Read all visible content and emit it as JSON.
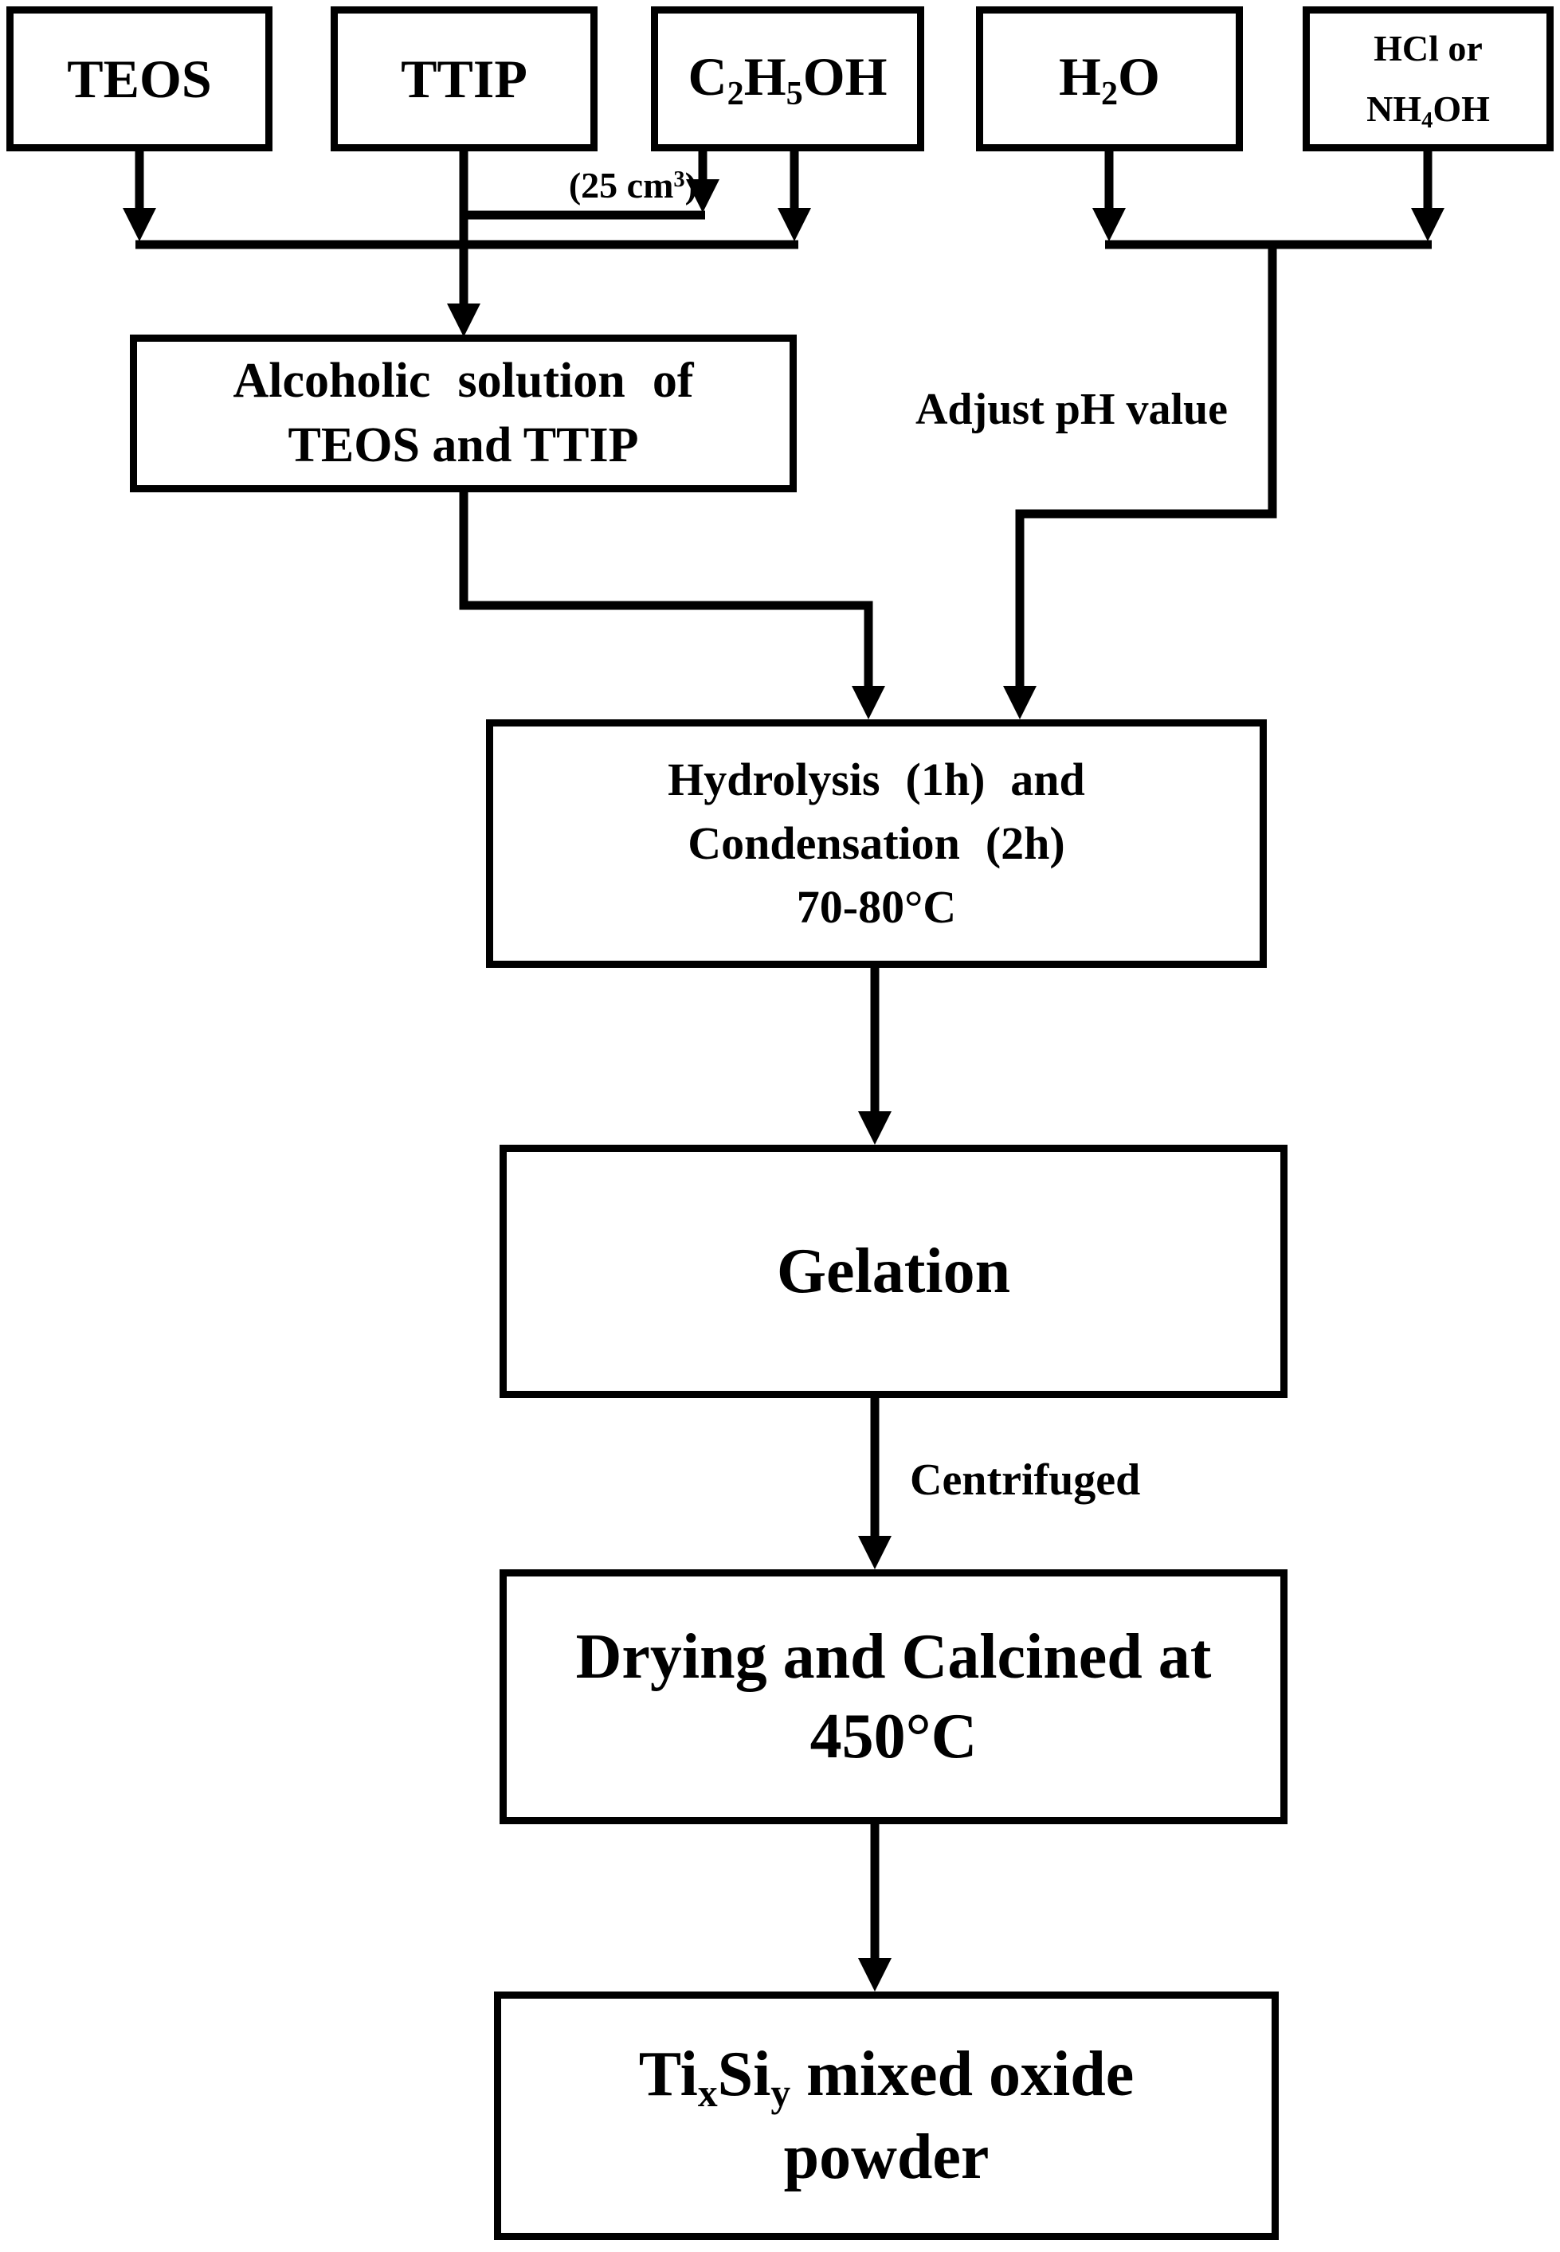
{
  "figure": {
    "type": "flowchart",
    "ink_color": "#000000",
    "background_color": "#ffffff"
  },
  "boxes": {
    "teos": {
      "label_parts": [
        {
          "t": "TEOS"
        }
      ]
    },
    "ttip": {
      "label_parts": [
        {
          "t": "TTIP"
        }
      ]
    },
    "ethanol": {
      "label_parts": [
        {
          "t": "C"
        },
        {
          "t": "2",
          "sub": true
        },
        {
          "t": "H"
        },
        {
          "t": "5",
          "sub": true
        },
        {
          "t": "OH"
        }
      ]
    },
    "water": {
      "label_parts": [
        {
          "t": "H"
        },
        {
          "t": "2",
          "sub": true
        },
        {
          "t": "O"
        }
      ]
    },
    "catalyst": {
      "line1": "HCl or",
      "line2_parts": [
        {
          "t": "NH"
        },
        {
          "t": "4",
          "sub": true
        },
        {
          "t": "OH"
        }
      ]
    },
    "alcoholic_solution": {
      "line1": "Alcoholic solution of",
      "line2": "TEOS and TTIP"
    },
    "hydrolysis": {
      "line1": "Hydrolysis (1h) and",
      "line2": "Condensation (2h)",
      "line3": "70-80°C"
    },
    "gelation": {
      "label": "Gelation"
    },
    "drying": {
      "line1": "Drying and Calcined at",
      "line2": "450°C"
    },
    "product": {
      "line1_parts": [
        {
          "t": "Ti"
        },
        {
          "t": "x",
          "sub": true
        },
        {
          "t": "Si"
        },
        {
          "t": "y",
          "sub": true
        },
        {
          "t": " mixed oxide"
        }
      ],
      "line2": "powder"
    }
  },
  "annotations": {
    "volume_parts": [
      {
        "t": "(25 cm"
      },
      {
        "t": "3",
        "sup": true
      },
      {
        "t": ")"
      }
    ],
    "adjust_ph": "Adjust pH value",
    "centrifuged": "Centrifuged"
  }
}
